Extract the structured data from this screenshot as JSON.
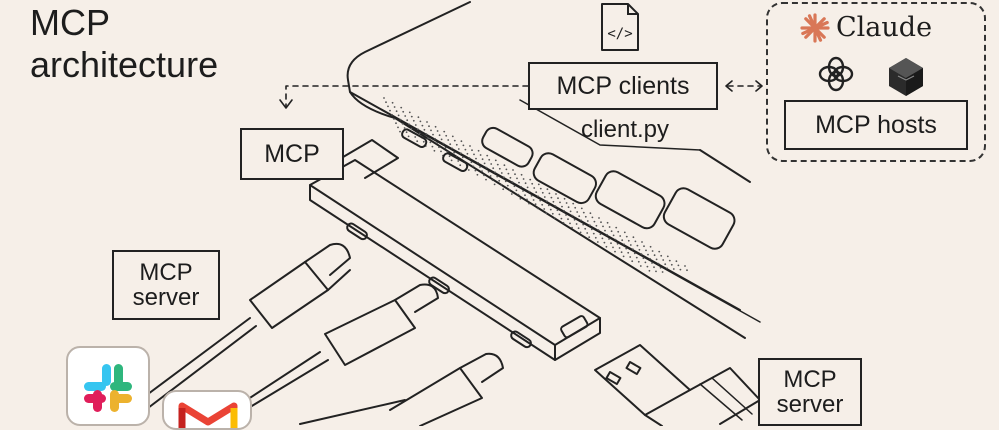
{
  "title": {
    "line1": "MCP",
    "line2": "architecture"
  },
  "labels": {
    "mcp_clients": "MCP clients",
    "client_file": "client.py",
    "mcp_hosts": "MCP hosts",
    "claude": "Claude",
    "mcp": "MCP",
    "mcp_server_left": {
      "line1": "MCP",
      "line2": "server"
    },
    "mcp_server_right": {
      "line1": "MCP",
      "line2": "server"
    }
  },
  "icons": {
    "file": "code-file-icon",
    "claude": "claude-starburst-icon",
    "openai": "openai-knot-icon",
    "cube": "dark-cube-icon",
    "slack": "slack-icon",
    "gmail": "gmail-icon"
  },
  "colors": {
    "background": "#f6efe8",
    "ink": "#1d1d1d",
    "claude_accent": "#d97757"
  }
}
